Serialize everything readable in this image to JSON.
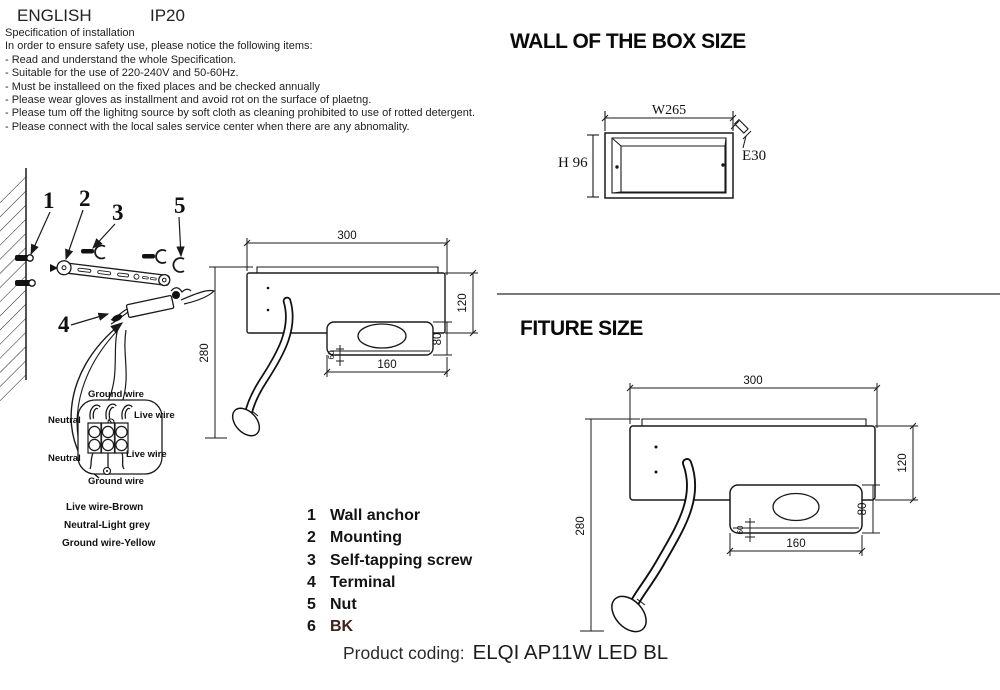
{
  "header": {
    "language": "ENGLISH",
    "ip_rating": "IP20"
  },
  "spec": {
    "lines": [
      "Specification of installation",
      "In order to ensure safety use, please notice the following items:",
      "- Read and understand the whole Specification.",
      "- Suitable for the use of 220-240V and 50-60Hz.",
      "- Must be installeed on the fixed places and be checked annually",
      "- Please wear gloves as installment and avoid rot on the surface of plaetng.",
      "- Please tum off the lighitng source by soft cloth as cleaning prohibited to use of rotted detergent.",
      "- Please connect with the local sales service center when there are any abnomality."
    ]
  },
  "sections": {
    "wall_box_title": "WALL OF THE BOX SIZE",
    "fixture_title": "FITURE SIZE"
  },
  "wallbox_dims": {
    "width": "W265",
    "height": "H 96",
    "entry": "E30"
  },
  "fixture_dims": {
    "width": "300",
    "side_height": "120",
    "total_height": "280",
    "switch_width": "160",
    "switch_height": "80",
    "corner": "60"
  },
  "callouts": {
    "c1": "1",
    "c2": "2",
    "c3": "3",
    "c4": "4",
    "c5": "5"
  },
  "wiring": {
    "ground_top": "Ground wire",
    "neutral_top": "Neutral",
    "live_top": "Live wire",
    "neutral_bottom": "Neutral",
    "live_bottom": "Live wire",
    "ground_bottom": "Ground wire",
    "legend": [
      "Live wire-Brown",
      "Neutral-Light grey",
      "Ground wire-Yellow"
    ]
  },
  "parts": {
    "items": [
      {
        "num": "1",
        "label": "Wall anchor"
      },
      {
        "num": "2",
        "label": "Mounting"
      },
      {
        "num": "3",
        "label": "Self-tapping screw"
      },
      {
        "num": "4",
        "label": "Terminal"
      },
      {
        "num": "5",
        "label": "Nut"
      },
      {
        "num": "6",
        "label": "BK"
      }
    ]
  },
  "footer": {
    "label": "Product coding:",
    "code": "ELQI AP11W LED BL"
  },
  "colors": {
    "bk_label": "#40211a",
    "separator": "#7b7b7b",
    "ink": "#111111"
  }
}
